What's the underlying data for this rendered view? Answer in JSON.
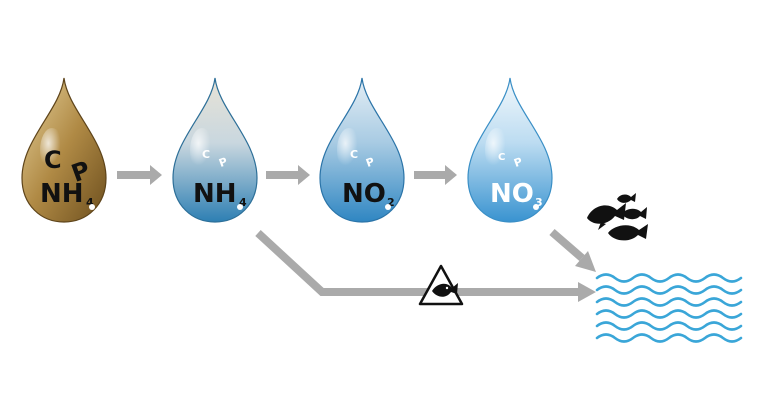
{
  "drops": [
    {
      "cp_c": "C",
      "cp_p": "P",
      "formula_main": "NH",
      "formula_sub": "4",
      "tone": "brown"
    },
    {
      "cp_c": "C",
      "cp_p": "P",
      "formula_main": "NH",
      "formula_sub": "4",
      "tone": "teal"
    },
    {
      "cp_c": "C",
      "cp_p": "P",
      "formula_main": "NO",
      "formula_sub": "2",
      "tone": "blue"
    },
    {
      "cp_c": "C",
      "cp_p": "P",
      "formula_main": "NO",
      "formula_sub": "3",
      "tone": "light-blue"
    }
  ],
  "colors": {
    "arrow": "#aaaaaa",
    "water": "#3aa6d8",
    "fish": "#111111",
    "brown_drop": "#a07a3a",
    "blue_drop": "#5aa3cf"
  },
  "icons": {
    "warning": "warning-fish-icon",
    "fish_group": "fish-group-icon",
    "water": "water-waves-icon"
  }
}
